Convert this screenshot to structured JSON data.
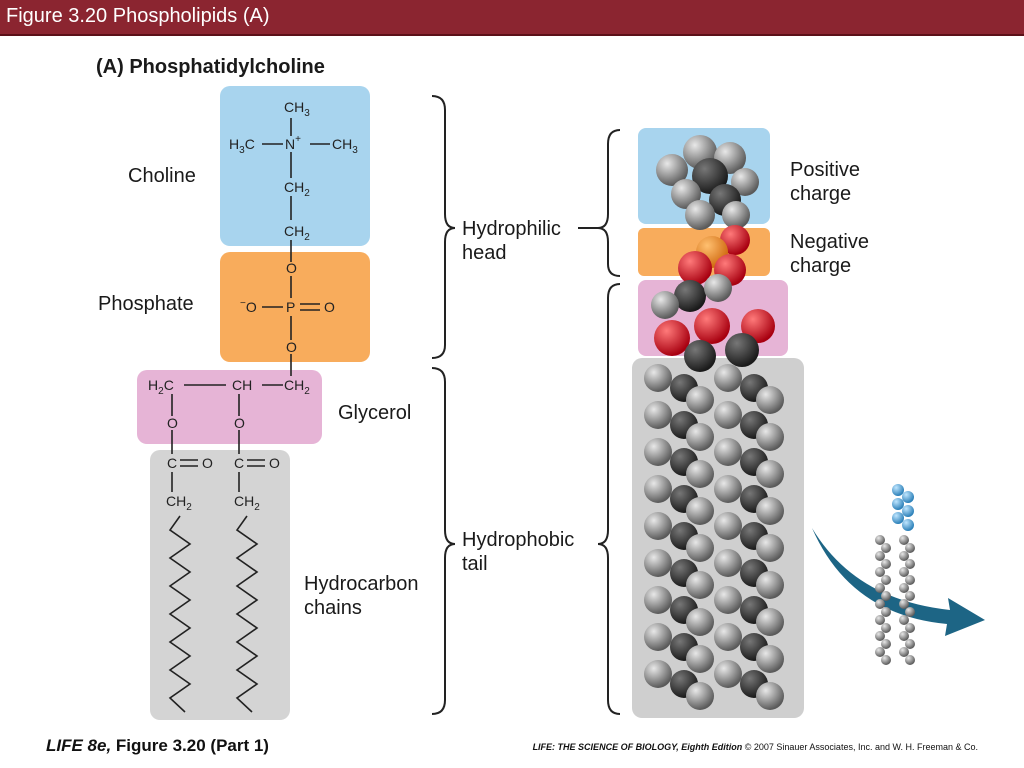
{
  "title": "Figure 3.20 Phospholipids (A)",
  "heading": "(A)  Phosphatidylcholine",
  "labels": {
    "choline": "Choline",
    "phosphate": "Phosphate",
    "glycerol": "Glycerol",
    "hydrocarbon": [
      "Hydrocarbon",
      "chains"
    ],
    "hydrophilic": [
      "Hydrophilic",
      "head"
    ],
    "hydrophobic": [
      "Hydrophobic",
      "tail"
    ],
    "positive": [
      "Positive",
      "charge"
    ],
    "negative": [
      "Negative",
      "charge"
    ]
  },
  "structure": {
    "ch3_top": "CH",
    "h3c": "H",
    "n_plus": "N",
    "ch3_right": "CH",
    "ch2_a": "CH",
    "ch2_b": "CH",
    "o1": "O",
    "o_minus": "O",
    "p": "P",
    "o_double": "O",
    "o2": "O",
    "glyc_left": "H",
    "glyc_mid": "CH",
    "glyc_right": "CH",
    "o_left": "O",
    "o_mid": "O",
    "co_left": "C",
    "co_left_o": "O",
    "co_right": "C",
    "co_right_o": "O",
    "ch2_left": "CH",
    "ch2_right": "CH"
  },
  "footer": {
    "left": "LIFE 8e,",
    "left_rest": "Figure 3.20 (Part 1)",
    "right_italic": "LIFE: THE SCIENCE OF BIOLOGY, Eighth Edition",
    "right_rest": "© 2007 Sinauer Associates, Inc. and W. H. Freeman & Co."
  },
  "colors": {
    "choline_box": "#a8d4ee",
    "phosphate_box": "#f8ac5c",
    "glycerol_box": "#e6b4d6",
    "tail_box": "#d4d4d4",
    "title_bar": "#8b2530",
    "arrow": "#1d6585"
  }
}
